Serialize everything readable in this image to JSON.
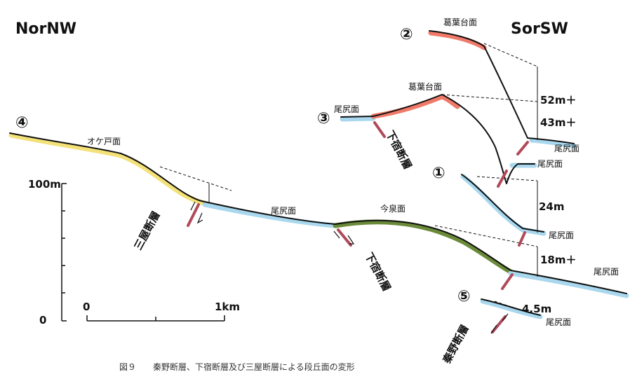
{
  "directions": {
    "left": "NorNW",
    "right": "SorSW"
  },
  "profiles": [
    "④",
    "③",
    "②",
    "①",
    "⑤"
  ],
  "surfaces": {
    "okedo": "オケ戸面",
    "ojiri": "尾尻面",
    "imaizumi": "今泉面",
    "kuzuha": "葛葉台面"
  },
  "faults": {
    "miya": "三屋断層",
    "shimojuku": "下宿断層",
    "hadano": "秦野断層"
  },
  "offsets": [
    "52m＋",
    "43m＋",
    "24m",
    "18m＋",
    "4.5m"
  ],
  "axis": {
    "y_top": "100m",
    "y_bottom": "0"
  },
  "scale": {
    "start": "0",
    "end": "1km"
  },
  "caption": "図９　　秦野断層、下宿断層及び三屋断層による段丘面の変形",
  "colors": {
    "okedo": "#f3e27a",
    "ojiri": "#a9d8ee",
    "imaizumi": "#6a8a3a",
    "kuzuha": "#f07a6a",
    "fault": "#b04a5a",
    "line": "#111111"
  }
}
